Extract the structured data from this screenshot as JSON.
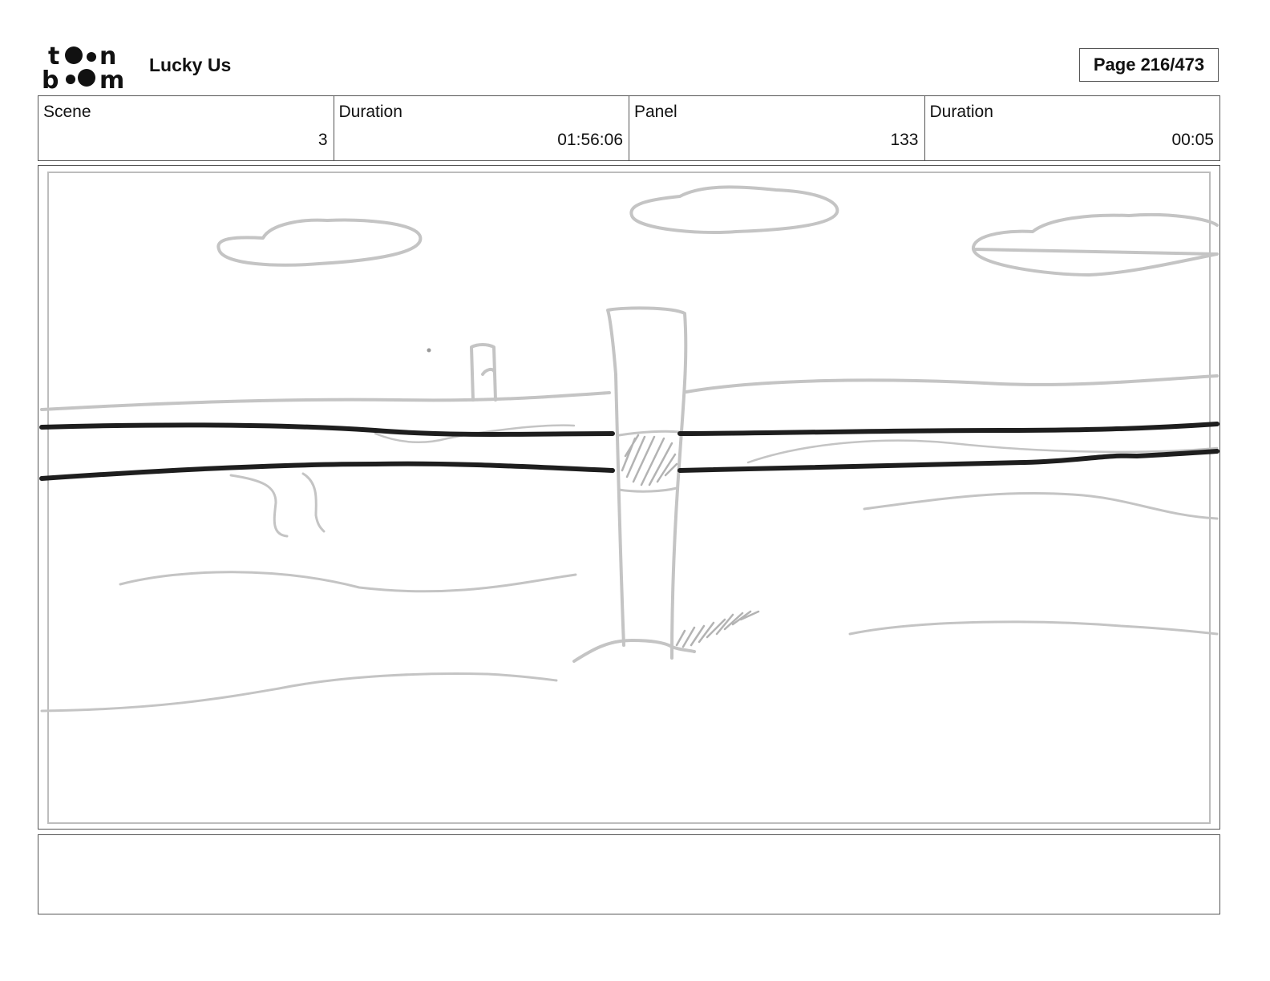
{
  "header": {
    "logo_name": "toon-boom-logo",
    "project_title": "Lucky Us",
    "page_counter": "Page 216/473"
  },
  "info": {
    "scene_label": "Scene",
    "scene_value": "3",
    "scene_duration_label": "Duration",
    "scene_duration_value": "01:56:06",
    "panel_label": "Panel",
    "panel_value": "133",
    "panel_duration_label": "Duration",
    "panel_duration_value": "00:05"
  },
  "notes": {
    "text": ""
  },
  "colors": {
    "sketch_light": "#c4c4c4",
    "sketch_dark": "#1e1e1e",
    "frame_border": "#555555"
  }
}
